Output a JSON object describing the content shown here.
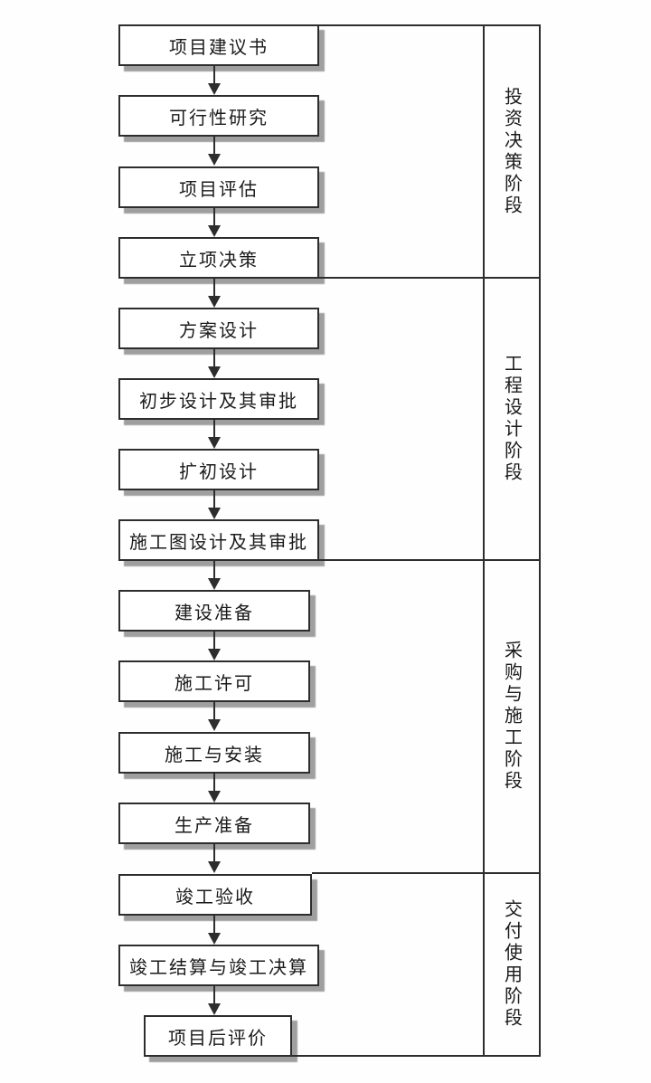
{
  "diagram": {
    "type": "flowchart",
    "direction": "top-down",
    "connector": "solid-down-arrow"
  },
  "colors": {
    "background": "#ffffff",
    "line": "#2d2d2d",
    "box_fill": "#ffffff",
    "box_shadow": "#9f9f9f",
    "text": "#1b1b1b"
  },
  "flow": {
    "steps": [
      {
        "label": "项目建议书"
      },
      {
        "label": "可行性研究"
      },
      {
        "label": "项目评估"
      },
      {
        "label": "立项决策"
      },
      {
        "label": "方案设计"
      },
      {
        "label": "初步设计及其审批"
      },
      {
        "label": "扩初设计"
      },
      {
        "label": "施工图设计及其审批"
      },
      {
        "label": "建设准备"
      },
      {
        "label": "施工许可"
      },
      {
        "label": "施工与安装"
      },
      {
        "label": "生产准备"
      },
      {
        "label": "竣工验收"
      },
      {
        "label": "竣工结算与竣工决算"
      },
      {
        "label": "项目后评价"
      }
    ]
  },
  "stages": [
    {
      "label": "投资决策阶段"
    },
    {
      "label": "工程设计阶段"
    },
    {
      "label": "采购与施工阶段"
    },
    {
      "label": "交付使用阶段"
    }
  ]
}
